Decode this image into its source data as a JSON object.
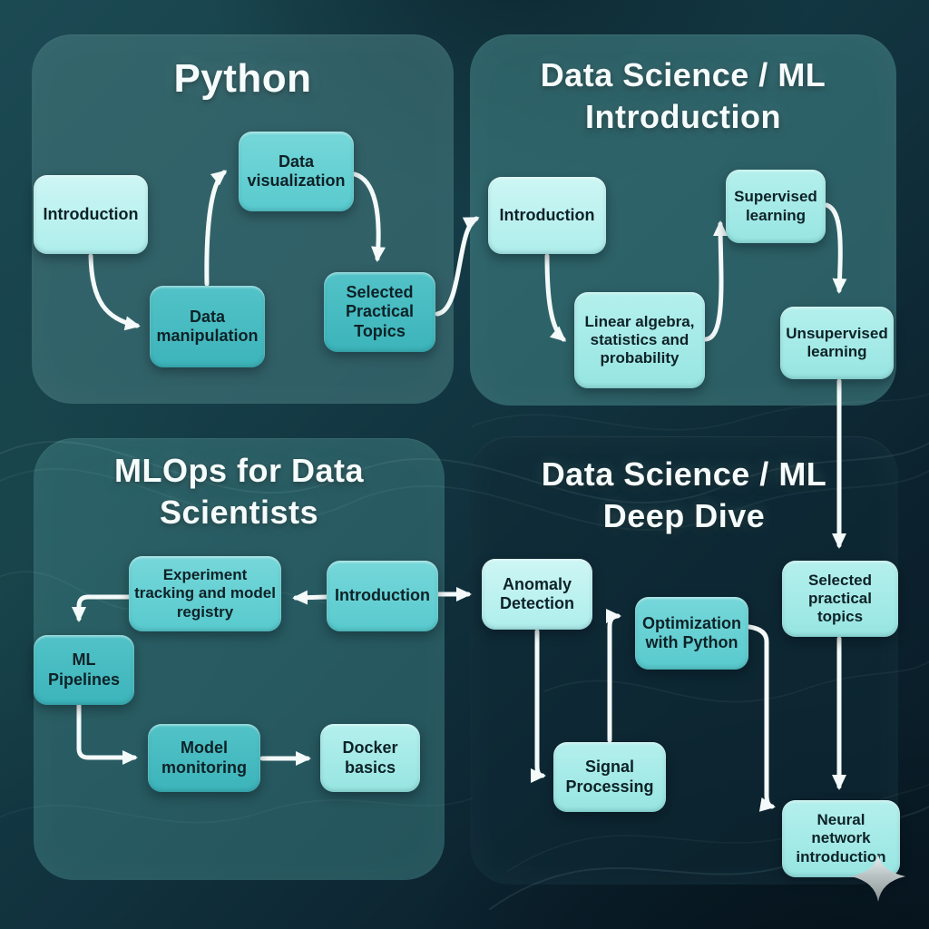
{
  "meta": {
    "description": "Learning roadmap flowchart with four course panels connected by arrows",
    "watermark": "sparkle-icon"
  },
  "colors": {
    "background_dark": "#0b212d",
    "background_teal": "#1c4a53",
    "panel_python": "#2d5c61",
    "panel_ds_intro": "#2e666b",
    "panel_mlops": "#28646a",
    "panel_deep_dive": "#0f2c37",
    "node_lighter": "#c0f2f0",
    "node_light": "#a5eae7",
    "node_medium": "#43bcc1",
    "node_medium_light": "#63cfd3",
    "node_text": "#0d2227",
    "title_text": "#f6fcfc",
    "arrow": "#f4fafa",
    "watermark_gray": "#96a0a0"
  },
  "panels": {
    "python": {
      "title": "Python",
      "nodes": {
        "introduction": "Introduction",
        "data_visualization": "Data\nvisualization",
        "data_manipulation": "Data\nmanipulation",
        "selected_practical_topics": "Selected\nPractical\nTopics"
      }
    },
    "ds_intro": {
      "title": "Data Science / ML\nIntroduction",
      "nodes": {
        "introduction": "Introduction",
        "linear_algebra": "Linear algebra,\nstatistics and\nprobability",
        "supervised_learning": "Supervised\nlearning",
        "unsupervised_learning": "Unsupervised\nlearning"
      }
    },
    "mlops": {
      "title": "MLOps for Data\nScientists",
      "nodes": {
        "experiment_tracking": "Experiment\ntracking and model\nregistry",
        "introduction": "Introduction",
        "ml_pipelines": "ML\nPipelines",
        "model_monitoring": "Model\nmonitoring",
        "docker_basics": "Docker\nbasics"
      }
    },
    "deep_dive": {
      "title": "Data Science / ML\nDeep Dive",
      "nodes": {
        "anomaly_detection": "Anomaly\nDetection",
        "optimization_with_python": "Optimization\nwith Python",
        "selected_practical_topics": "Selected\npractical\ntopics",
        "signal_processing": "Signal\nProcessing",
        "neural_network_introduction": "Neural\nnetwork\nintroduction"
      }
    }
  }
}
